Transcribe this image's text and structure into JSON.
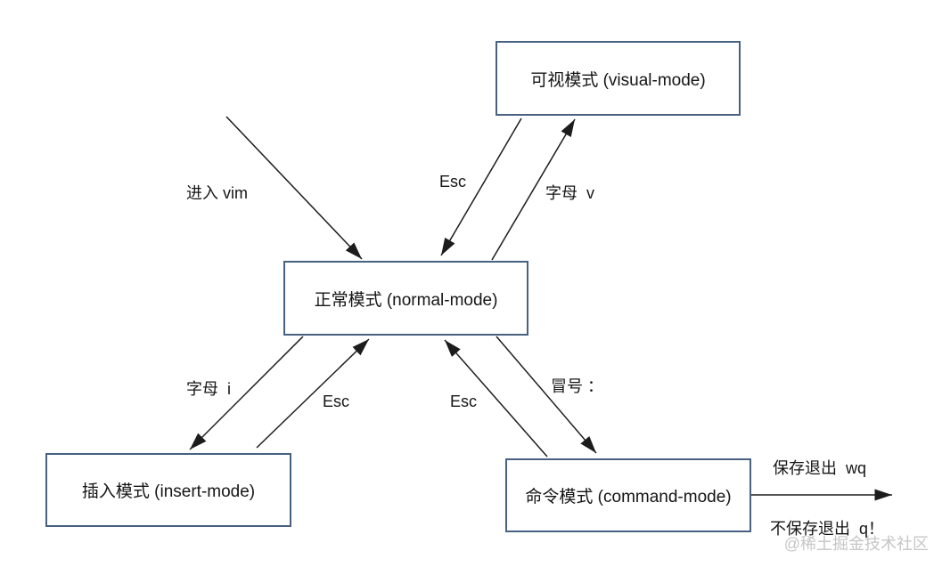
{
  "nodes": {
    "visual": {
      "label": "可视模式 (visual-mode)"
    },
    "normal": {
      "label": "正常模式 (normal-mode)"
    },
    "insert": {
      "label": "插入模式 (insert-mode)"
    },
    "command": {
      "label": "命令模式 (command-mode)"
    }
  },
  "edges": {
    "enter_vim": {
      "label": "进入 vim",
      "from": "outside",
      "to": "normal"
    },
    "esc_visual_to_normal": {
      "label": "Esc",
      "from": "visual",
      "to": "normal"
    },
    "letter_v": {
      "label": "字母  v",
      "from": "normal",
      "to": "visual"
    },
    "letter_i": {
      "label": "字母  i",
      "from": "normal",
      "to": "insert"
    },
    "esc_insert_to_normal": {
      "label": "Esc",
      "from": "insert",
      "to": "normal"
    },
    "esc_command_to_normal": {
      "label": "Esc",
      "from": "command",
      "to": "normal"
    },
    "colon": {
      "label": "冒号 ：",
      "from": "normal",
      "to": "command"
    },
    "save_quit": {
      "label": "保存退出  wq",
      "from": "command",
      "to": "outside"
    },
    "quit_without_save": {
      "label": "不保存退出  q！",
      "from": "command",
      "to": "outside"
    }
  },
  "watermark": "@稀土掘金技术社区",
  "colors": {
    "box_border": "#47617f",
    "arrow": "#1c1c1c",
    "text": "#151515",
    "watermark": "#c3c3c3"
  }
}
